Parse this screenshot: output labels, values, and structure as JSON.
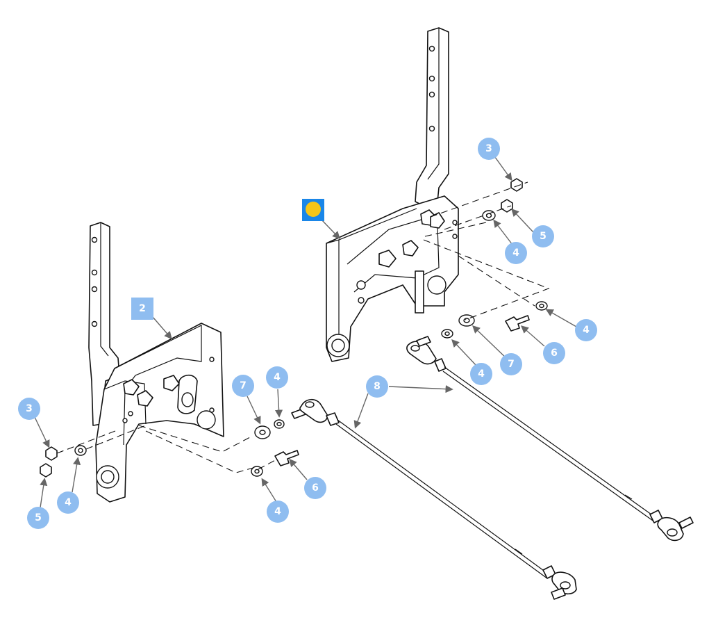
{
  "callouts": {
    "c_top_square": "",
    "c_2": "2",
    "c_3_left": "3",
    "c_5_left": "5",
    "c_4_left": "4",
    "c_7_mid": "7",
    "c_4_mid_top": "4",
    "c_6_mid": "6",
    "c_4_mid_bot": "4",
    "c_8": "8",
    "c_3_right": "3",
    "c_5_right": "5",
    "c_4_right_a": "4",
    "c_4_right_b": "4",
    "c_6_right": "6",
    "c_7_right": "7",
    "c_4_right_c": "4"
  },
  "colors": {
    "callout_fill": "#8fbdf0",
    "highlight_square": "#1a86e8",
    "highlight_dot": "#f5c518"
  }
}
